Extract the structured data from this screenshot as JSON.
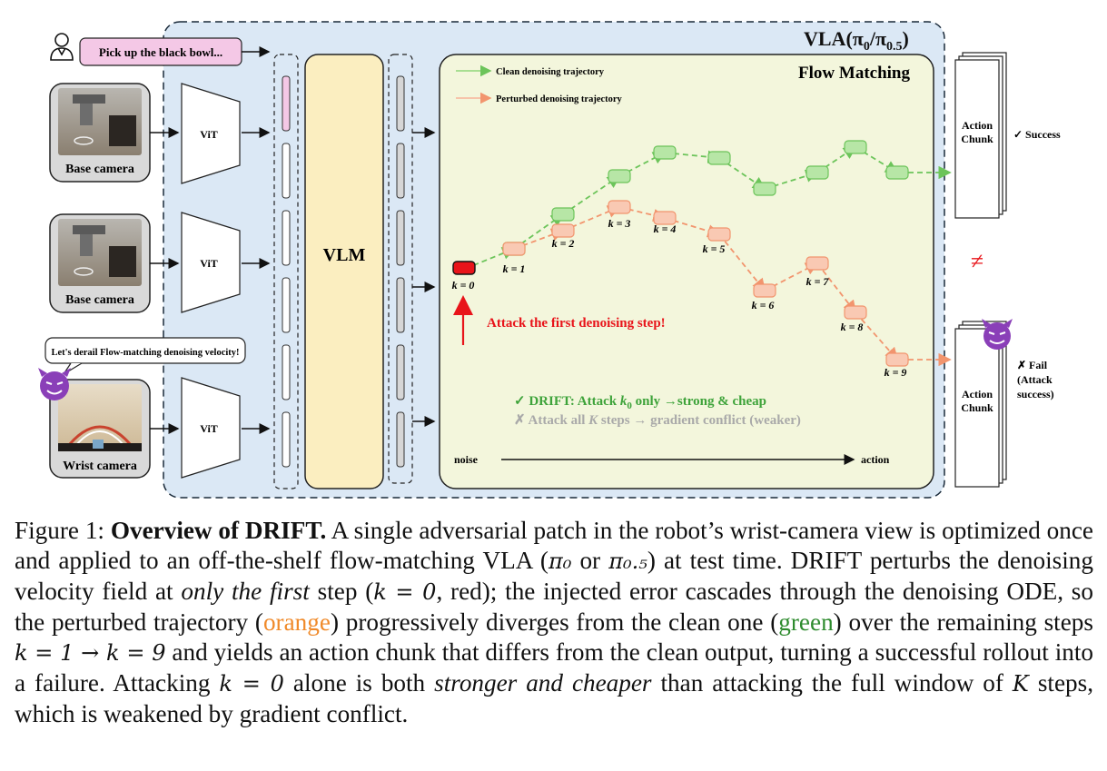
{
  "vla": {
    "label": "VLA(π",
    "sub0": "0",
    "slash": "/π",
    "sub1": "0.5",
    "close": ")"
  },
  "prompt": {
    "text": "Pick up the black bowl..."
  },
  "speech": {
    "text": "Let's derail Flow-matching denoising velocity!"
  },
  "cameras": [
    {
      "label": "Base camera"
    },
    {
      "label": "Base camera"
    },
    {
      "label": "Wrist camera"
    }
  ],
  "encoders": [
    "ViT",
    "ViT",
    "ViT"
  ],
  "vlm": {
    "label": "VLM"
  },
  "flow": {
    "title": "Flow Matching",
    "legend_clean": "Clean denoising trajectory",
    "legend_perturbed": "Perturbed denoising trajectory",
    "attack_text": "Attack the first denoising step!",
    "drift_line_a": "✓ DRIFT: Attack ",
    "drift_k": "k",
    "drift_sub": "0",
    "drift_line_b": " only →strong & cheap",
    "all_line_a": "✗ Attack all ",
    "all_k": "K",
    "all_line_b": " steps → gradient conflict (weaker)",
    "axis_left": "noise",
    "axis_right": "action",
    "step_labels": [
      "k = 0",
      "k = 1",
      "k = 2",
      "k = 3",
      "k = 4",
      "k = 5",
      "k = 6",
      "k = 7",
      "k = 8",
      "k = 9"
    ]
  },
  "outputs": {
    "chunk_top": [
      "Action",
      "Chunk"
    ],
    "chunk_bottom": [
      "Action",
      "Chunk"
    ],
    "success": "✓ Success",
    "neq": "≠",
    "fail": [
      "✗ Fail",
      "(Attack",
      "success)"
    ]
  },
  "colors": {
    "panel_bg": "#dbe8f5",
    "flow_bg": "#f3f6dc",
    "clean": "#8fd67a",
    "perturbed": "#f7b49a",
    "attack": "#e8141a",
    "vlm": "#fbeec0",
    "prompt": "#f4c8e6"
  },
  "caption": {
    "p1": "Figure 1: ",
    "p2": "Overview of DRIFT.",
    "p3": " A single adversarial patch in the robot’s wrist-camera view is optimized once and applied to an off-the-shelf flow-matching VLA (",
    "m1": "π₀",
    "p4": " or ",
    "m2": "π₀.₅",
    "p5": ") at test time. DRIFT perturbs the denoising velocity field at ",
    "p6": "only the first",
    "p7": " step (",
    "m3": "k = 0",
    "p8": ", red); the injected error cascades through the denoising ODE, so the perturbed trajectory (",
    "p9": "orange",
    "p10": ") progressively diverges from the clean one (",
    "p11": "green",
    "p12": ") over the remaining steps ",
    "m4": "k = 1 → k = 9",
    "p13": " and yields an action chunk that differs from the clean output, turning a successful rollout into a failure. Attacking ",
    "m5": "k = 0",
    "p14": " alone is both ",
    "p15": "stronger and cheaper",
    "p16": " than attacking the full window of ",
    "m6": "K",
    "p17": " steps, which is weakened by gradient conflict."
  }
}
